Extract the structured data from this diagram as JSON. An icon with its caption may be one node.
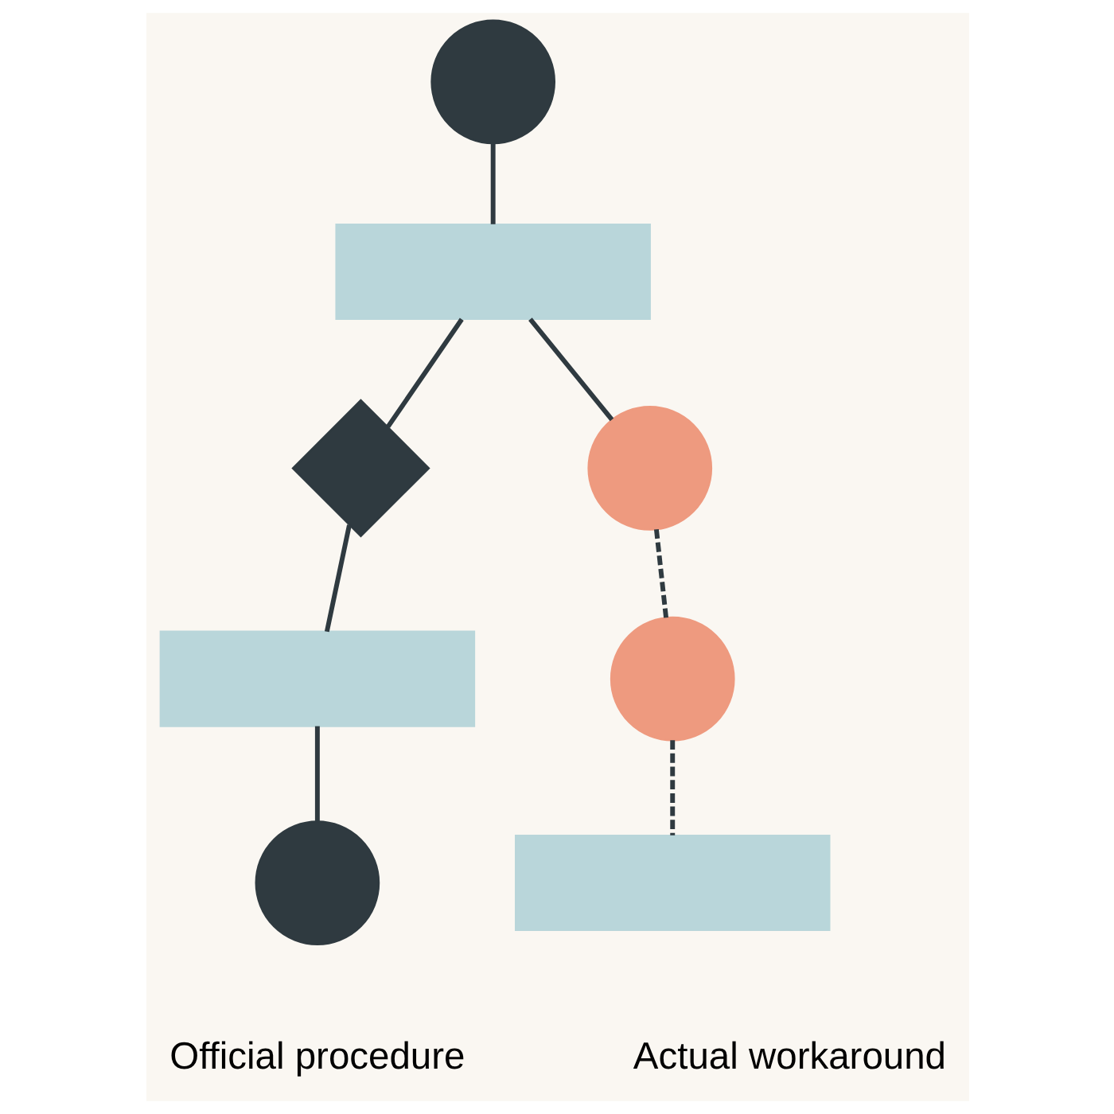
{
  "diagram": {
    "nodes": [
      {
        "text": [],
        "shape": "circle"
      },
      {
        "text": [],
        "shape": "box"
      },
      {
        "text": [],
        "shape": "diamond"
      },
      {
        "text": [],
        "shape": "box"
      },
      {
        "text": [],
        "shape": "circle"
      },
      {
        "text": [],
        "shape": "circle"
      },
      {
        "text": [],
        "shape": "circle"
      },
      {
        "text": [],
        "shape": "box"
      }
    ],
    "edges": [
      {
        "from": 0,
        "to": 1,
        "arrow": "none"
      },
      {
        "from": 1,
        "to": 2,
        "arrow": "none"
      },
      {
        "from": 1,
        "to": 5,
        "arrow": "none"
      },
      {
        "from": 2,
        "to": 3,
        "arrow": "none"
      },
      {
        "from": 3,
        "to": 4,
        "arrow": "none"
      },
      {
        "from": 5,
        "to": 6,
        "arrow": "none",
        "style": "dashed"
      },
      {
        "from": 6,
        "to": 7,
        "arrow": "none",
        "style": "dashed"
      }
    ],
    "labels": [
      "Official procedure",
      "Actual workaround"
    ]
  }
}
